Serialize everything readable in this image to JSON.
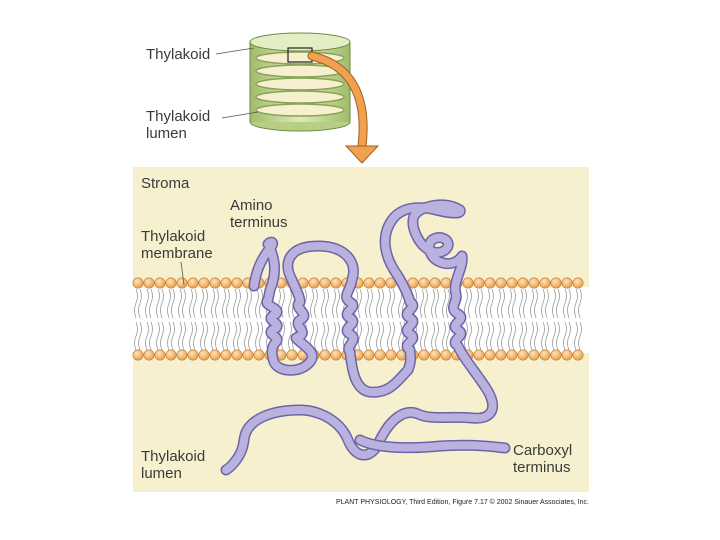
{
  "labels": {
    "thylakoid": "Thylakoid",
    "thylakoid_lumen_top_1": "Thylakoid",
    "thylakoid_lumen_top_2": "lumen",
    "stroma": "Stroma",
    "amino_1": "Amino",
    "amino_2": "terminus",
    "membrane_1": "Thylakoid",
    "membrane_2": "membrane",
    "lumen_bottom_1": "Thylakoid",
    "lumen_bottom_2": "lumen",
    "carboxyl_1": "Carboxyl",
    "carboxyl_2": "terminus"
  },
  "credit": "PLANT PHYSIOLOGY, Third Edition, Figure 7.17 © 2002 Sinauer Associates, Inc.",
  "colors": {
    "panel": "#f7f0cf",
    "protein": "#b9b1de",
    "protein_edge": "#6d64a8",
    "head": "#f2b96a",
    "arrow": "#f0a050",
    "stack": "#c9d99a"
  }
}
